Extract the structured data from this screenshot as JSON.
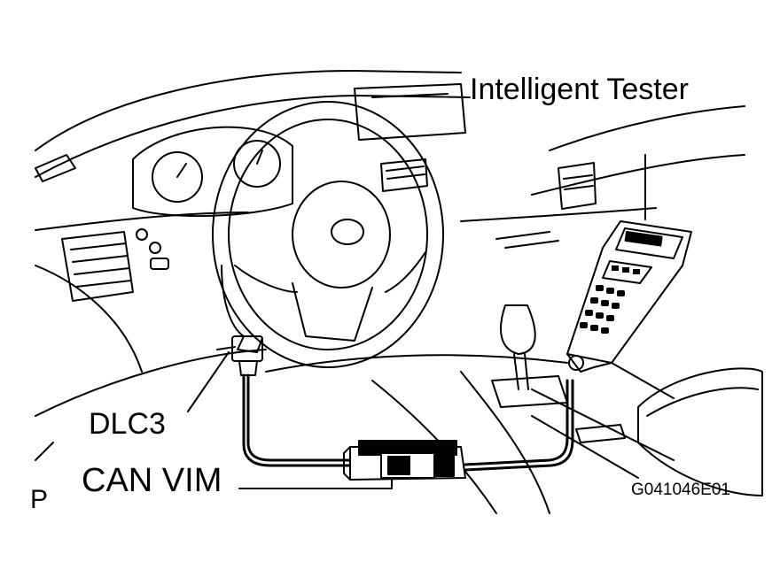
{
  "labels": {
    "intelligent_tester": "Intelligent Tester",
    "dlc3": "DLC3",
    "can_vim": "CAN VIM",
    "page_marker": "P",
    "figure_code": "G041046E01"
  }
}
